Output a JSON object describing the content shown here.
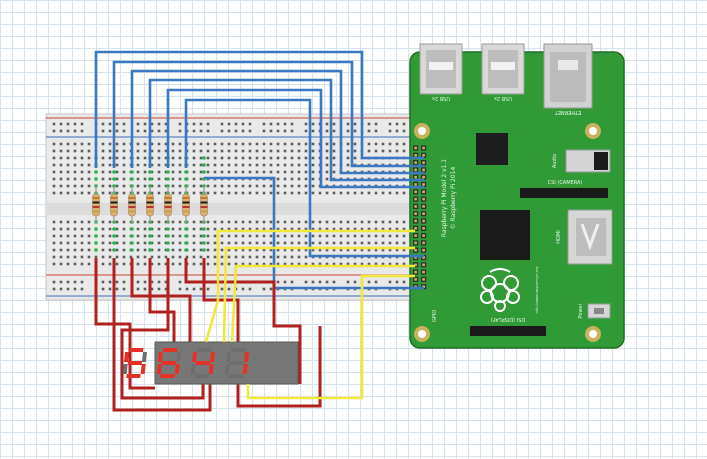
{
  "board": {
    "title_line1": "Raspberry Pi Model 2 v1.1",
    "title_line2": "© Raspberry Pi 2014",
    "usb_label_1": "USB 2x",
    "usb_label_2": "USB 2x",
    "ethernet_label": "ETHERNET",
    "audio_label": "Audio",
    "csi_label": "CSI (CAMERA)",
    "dsi_label": "DSI (DISPLAY)",
    "hdmi_label": "HDMI",
    "power_label": "Power",
    "gpio_label": "GPIO",
    "website": "http://www.raspberrypi.org"
  },
  "display": {
    "digits": [
      "5",
      "6",
      "4",
      "1"
    ]
  },
  "colors": {
    "board_green": "#2f9a36",
    "wire_blue": "#3a78c2",
    "wire_yellow": "#f1e83a",
    "wire_red": "#b0201f",
    "segment_on": "#e53025",
    "segment_off": "#6b6b6b",
    "display_body": "#777777"
  }
}
